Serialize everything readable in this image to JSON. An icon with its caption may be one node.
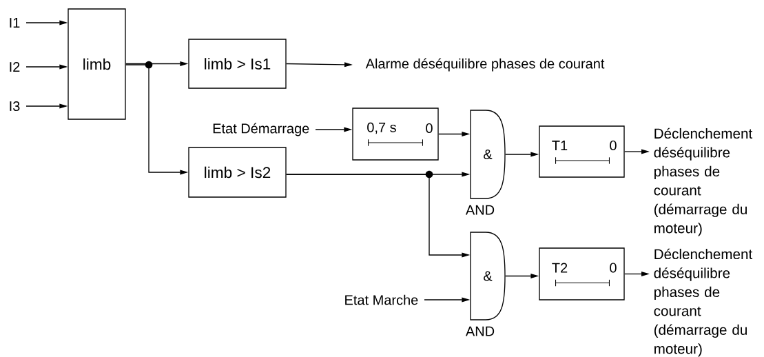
{
  "diagram": {
    "nodes": [
      {
        "text": [
          "I1"
        ]
      },
      {
        "text": [
          "I2"
        ]
      },
      {
        "text": [
          "I3"
        ]
      },
      {
        "text": [
          "limb"
        ]
      },
      {
        "text": [
          "limb > Is1"
        ]
      },
      {
        "text": [
          "Alarme déséquilibre phases de courant"
        ]
      },
      {
        "text": [
          "Etat Démarrage"
        ]
      },
      {
        "text": [
          "0,7 s",
          "0"
        ]
      },
      {
        "text": [
          "limb > Is2"
        ]
      },
      {
        "text": [
          "&",
          "AND"
        ]
      },
      {
        "text": [
          "T1",
          "0"
        ]
      },
      {
        "text": [
          "Déclenchement déséquilibre phases de courant (démarrage du moteur)"
        ]
      },
      {
        "text": [
          "&",
          "AND"
        ]
      },
      {
        "text": [
          "T2",
          "0"
        ]
      },
      {
        "text": [
          "Etat Marche"
        ]
      },
      {
        "text": [
          "Déclenchement déséquilibre phases de courant (démarrage du moteur)"
        ]
      }
    ],
    "edges": [
      {
        "from": 0,
        "to": 3,
        "arrow": "to"
      },
      {
        "from": 1,
        "to": 3,
        "arrow": "to"
      },
      {
        "from": 2,
        "to": 3,
        "arrow": "to"
      },
      {
        "from": 3,
        "to": 4,
        "arrow": "to"
      },
      {
        "from": 3,
        "to": 8,
        "arrow": "to"
      },
      {
        "from": 4,
        "to": 5,
        "arrow": "to"
      },
      {
        "from": 6,
        "to": 7,
        "arrow": "to"
      },
      {
        "from": 7,
        "to": 9,
        "arrow": "to"
      },
      {
        "from": 8,
        "to": 9,
        "arrow": "to"
      },
      {
        "from": 8,
        "to": 12,
        "arrow": "to"
      },
      {
        "from": 9,
        "to": 10,
        "arrow": "to"
      },
      {
        "from": 10,
        "to": 11,
        "arrow": "to"
      },
      {
        "from": 14,
        "to": 12,
        "arrow": "to"
      },
      {
        "from": 12,
        "to": 13,
        "arrow": "to"
      },
      {
        "from": 13,
        "to": 15,
        "arrow": "to"
      }
    ]
  }
}
